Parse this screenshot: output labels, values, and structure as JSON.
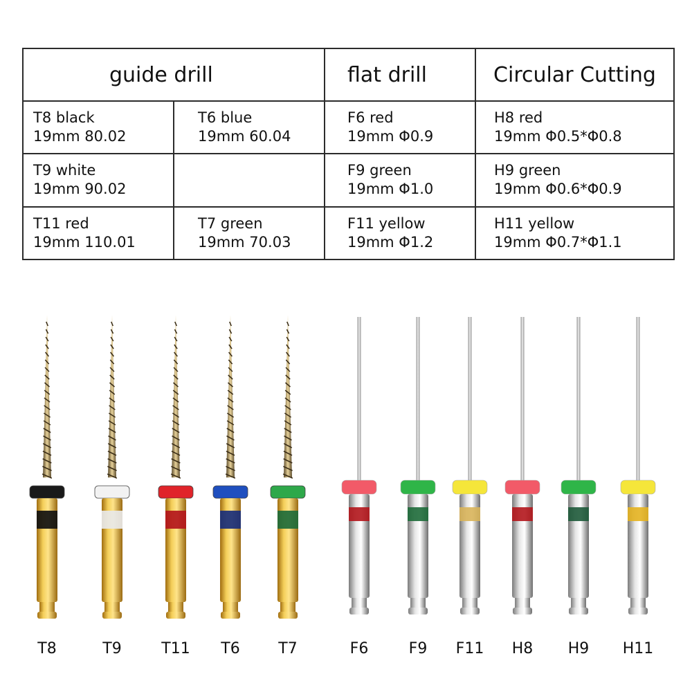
{
  "table": {
    "headers": {
      "guide": "guide drill",
      "flat": "flat drill",
      "circular": "Circular Cutting"
    },
    "rows": [
      {
        "guide_a": {
          "name": "T8 black",
          "spec": "19mm 80.02"
        },
        "guide_b": {
          "name": "T6 blue",
          "spec": "19mm 60.04"
        },
        "flat": {
          "name": "F6 red",
          "spec": "19mm Φ0.9"
        },
        "circular": {
          "name": "H8 red",
          "spec": "19mm Φ0.5*Φ0.8"
        }
      },
      {
        "guide_a": {
          "name": "T9 white",
          "spec": "19mm 90.02"
        },
        "guide_b": {
          "name": "",
          "spec": ""
        },
        "flat": {
          "name": "F9 green",
          "spec": "19mm Φ1.0"
        },
        "circular": {
          "name": "H9 green",
          "spec": "19mm Φ0.6*Φ0.9"
        }
      },
      {
        "guide_a": {
          "name": "T11 red",
          "spec": "19mm 110.01"
        },
        "guide_b": {
          "name": "T7 green",
          "spec": "19mm 70.03"
        },
        "flat": {
          "name": "F11 yellow",
          "spec": "19mm Φ1.2"
        },
        "circular": {
          "name": "H11 yellow",
          "spec": "19mm Φ0.7*Φ1.1"
        }
      }
    ]
  },
  "tools": [
    {
      "label": "T8",
      "kind": "twisted",
      "ring_color": "#1a1a1a",
      "band_color": "#111111"
    },
    {
      "label": "T9",
      "kind": "twisted",
      "ring_color": "#f2f2f2",
      "band_color": "#e8e8e8"
    },
    {
      "label": "T11",
      "kind": "twisted",
      "ring_color": "#e0242a",
      "band_color": "#b3161c"
    },
    {
      "label": "T6",
      "kind": "twisted",
      "ring_color": "#1f4fbf",
      "band_color": "#1a2f7a"
    },
    {
      "label": "T7",
      "kind": "twisted",
      "ring_color": "#2ea84a",
      "band_color": "#1e6b3a"
    },
    {
      "label": "F6",
      "kind": "straight",
      "ring_color": "#f25a68",
      "band_color": "#b3161c"
    },
    {
      "label": "F9",
      "kind": "straight",
      "ring_color": "#2fb548",
      "band_color": "#1e6b3a"
    },
    {
      "label": "F11",
      "kind": "straight",
      "ring_color": "#f5e63a",
      "band_color": "#d8b45a"
    },
    {
      "label": "H8",
      "kind": "straight",
      "ring_color": "#f25a68",
      "band_color": "#b3161c"
    },
    {
      "label": "H9",
      "kind": "straight",
      "ring_color": "#2fb548",
      "band_color": "#1e5a3a"
    },
    {
      "label": "H11",
      "kind": "straight",
      "ring_color": "#f5e63a",
      "band_color": "#e4b320"
    }
  ]
}
